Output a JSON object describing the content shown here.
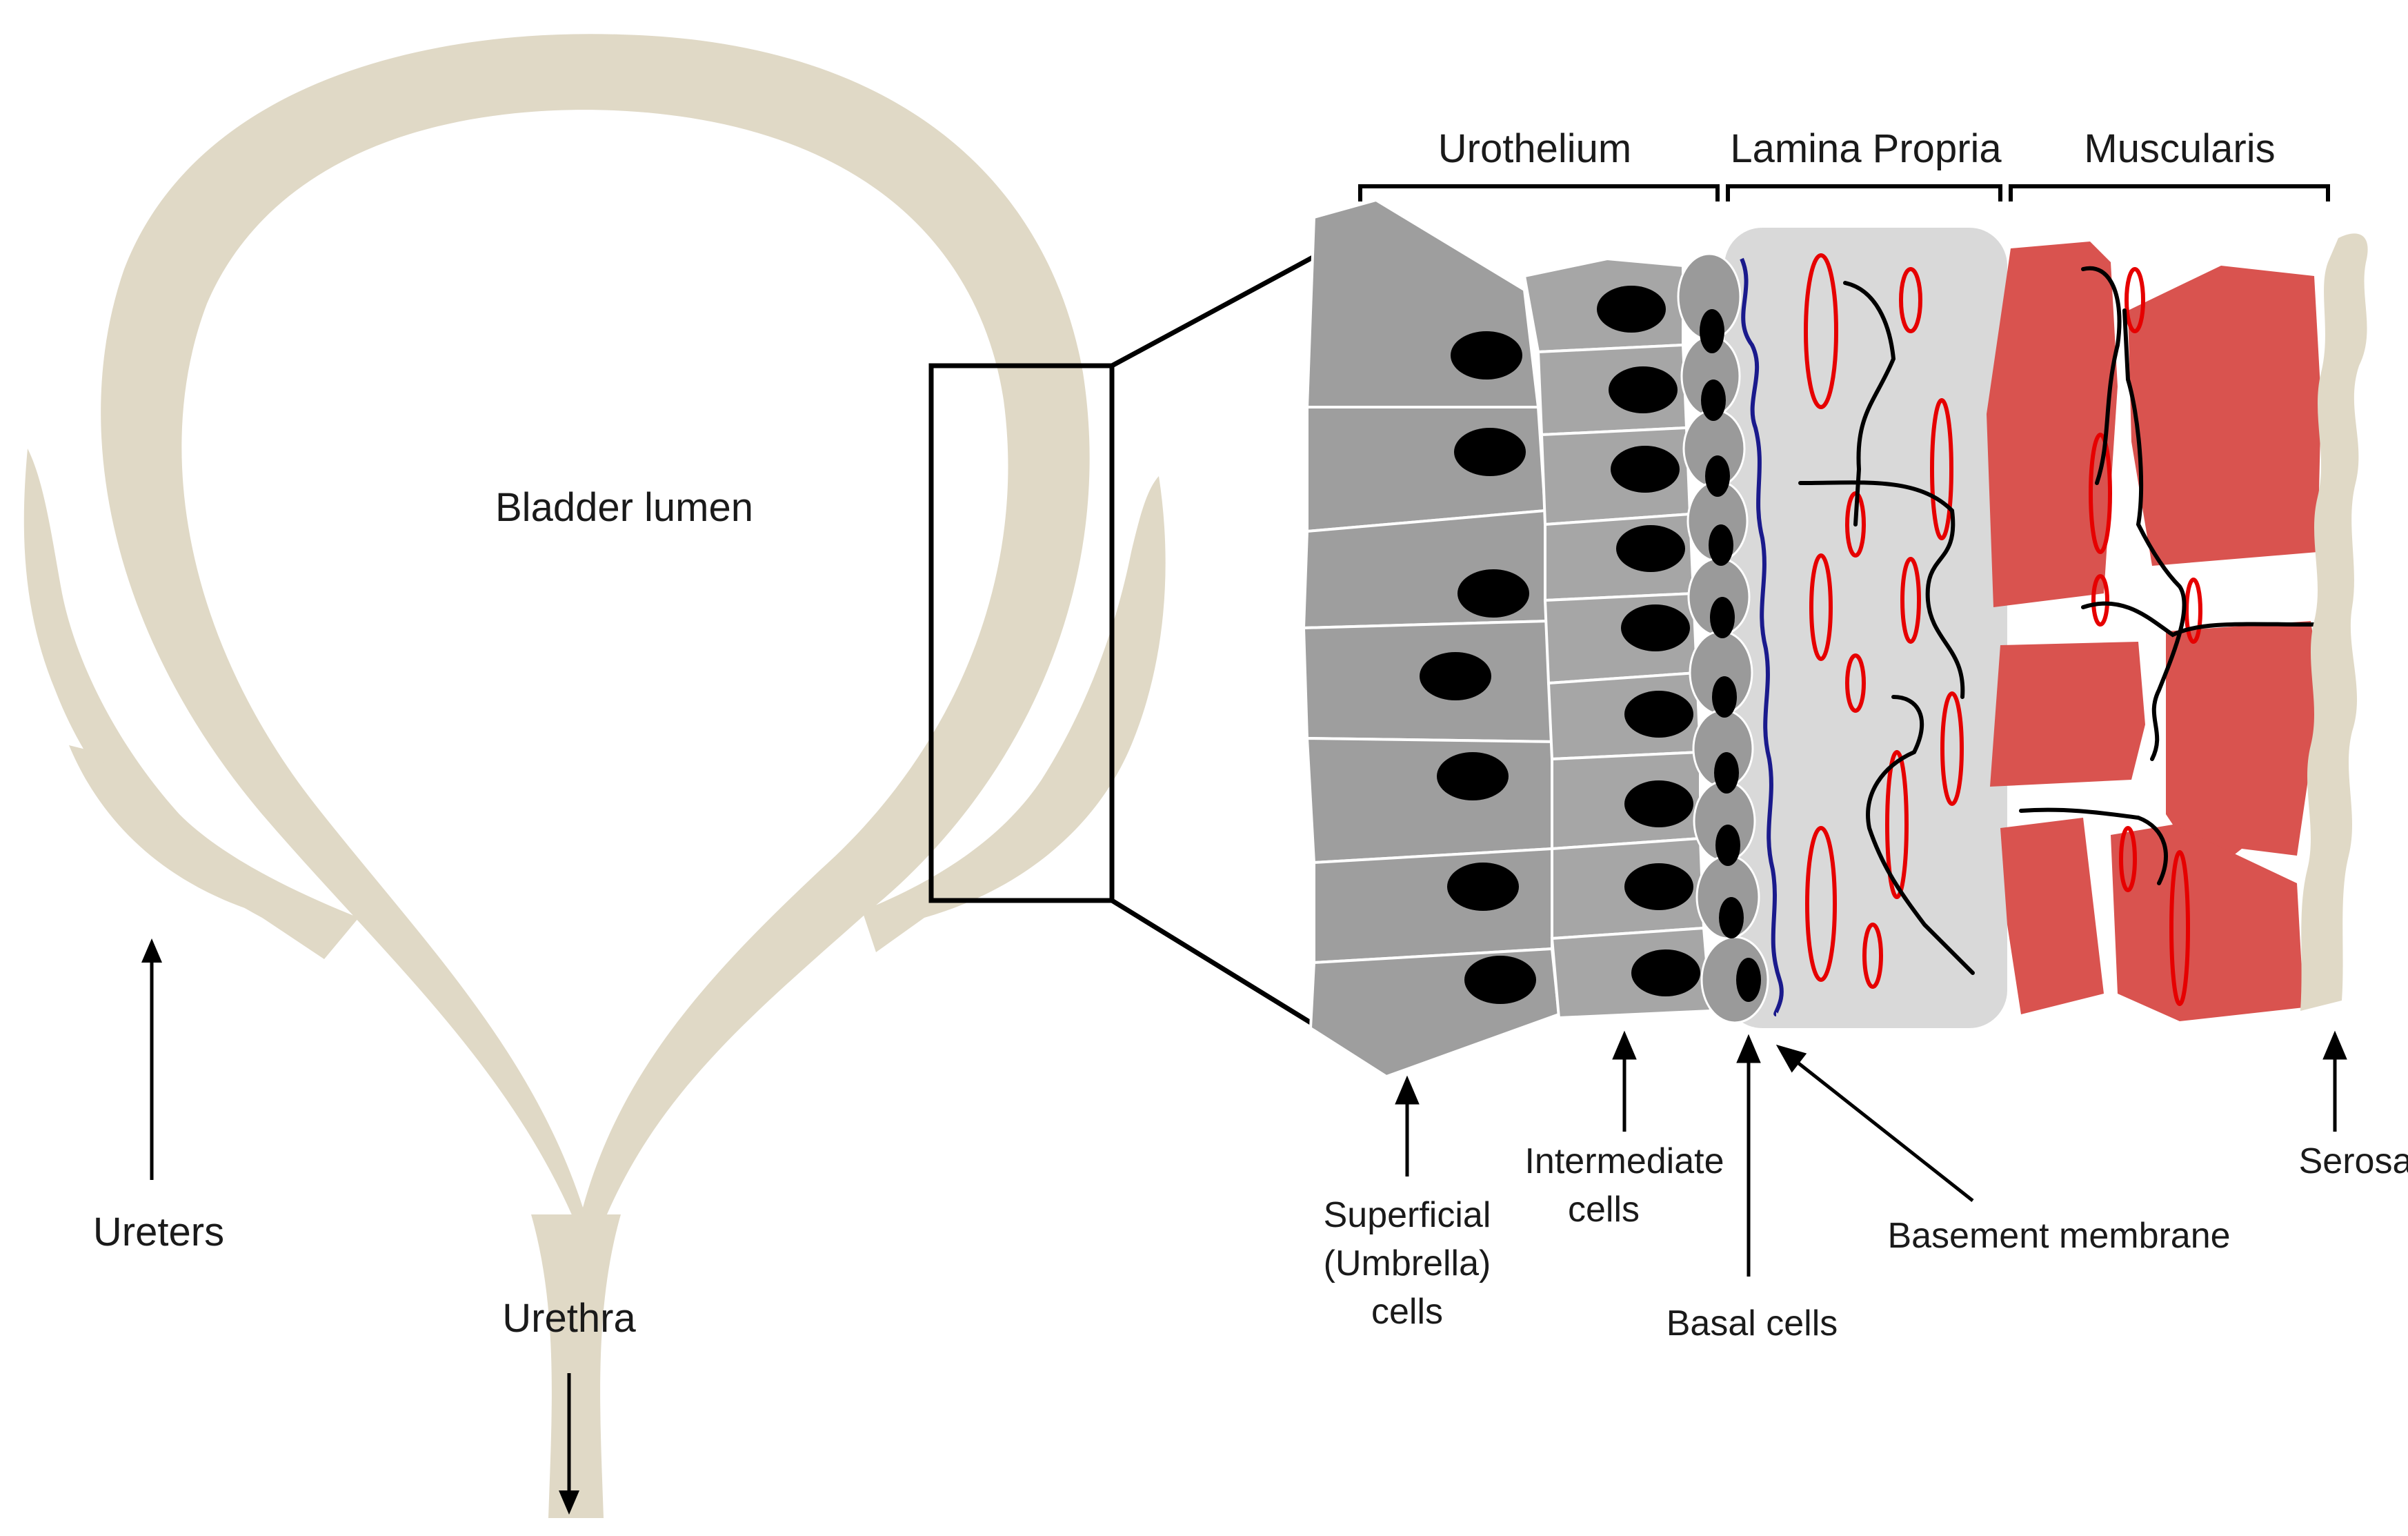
{
  "labels": {
    "bladder_lumen": "Bladder lumen",
    "ureters": "Ureters",
    "urethra": "Urethra",
    "urothelium": "Urothelium",
    "lamina_propria": "Lamina Propria",
    "muscularis": "Muscularis",
    "superficial_line1": "Superficial",
    "superficial_line2": "(Umbrella)",
    "superficial_line3": "cells",
    "intermediate_line1": "Intermediate",
    "intermediate_line2": "cells",
    "basal_cells": "Basal cells",
    "basement_membrane": "Basement membrane",
    "serosa": "Serosa"
  },
  "colors": {
    "bladder_wall": "#e0d9c6",
    "superficial_cell": "#9e9e9e",
    "intermediate_cell": "#a6a6a6",
    "basal_cell": "#9a9a9a",
    "nucleus": "#000000",
    "lamina_propria_bg": "#d9d9d9",
    "basement_membrane": "#1a1a8c",
    "vessel": "#e60000",
    "muscle": "#d9534f",
    "serosa": "#e0d9c6",
    "nerve": "#000000"
  }
}
